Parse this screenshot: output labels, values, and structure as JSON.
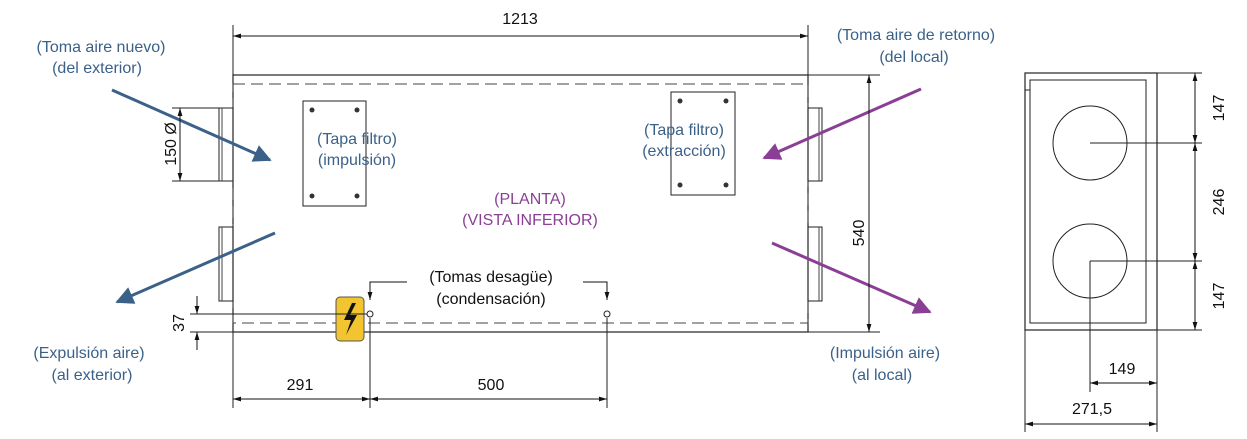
{
  "view_title": {
    "line1": "(PLANTA)",
    "line2": "(VISTA INFERIOR)"
  },
  "labels": {
    "toma_aire_nuevo": {
      "line1": "(Toma aire nuevo)",
      "line2": "(del exterior)"
    },
    "toma_aire_retorno": {
      "line1": "(Toma aire de retorno)",
      "line2": "(del local)"
    },
    "expulsion_aire": {
      "line1": "(Expulsión aire)",
      "line2": "(al exterior)"
    },
    "impulsion_aire": {
      "line1": "(Impulsión aire)",
      "line2": "(al local)"
    },
    "tapa_filtro_impulsion": {
      "line1": "(Tapa filtro)",
      "line2": "(impulsión)"
    },
    "tapa_filtro_extraccion": {
      "line1": "(Tapa filtro)",
      "line2": "(extracción)"
    },
    "tomas_desague": {
      "line1": "(Tomas desagüe)",
      "line2": "(condensación)"
    }
  },
  "dimensions": {
    "overall_length": "1213",
    "overall_width": "540",
    "duct_diameter": "150 Ø",
    "drain_offset": "37",
    "drain_1_position": "291",
    "drain_spacing": "500",
    "side_top": "147",
    "side_middle": "246",
    "side_bottom": "147",
    "side_center_offset": "149",
    "side_total_width": "271,5"
  },
  "colors": {
    "supply_arrow": "#3b6189",
    "return_arrow": "#8a3f95",
    "electrical_box": "#f2c530"
  }
}
